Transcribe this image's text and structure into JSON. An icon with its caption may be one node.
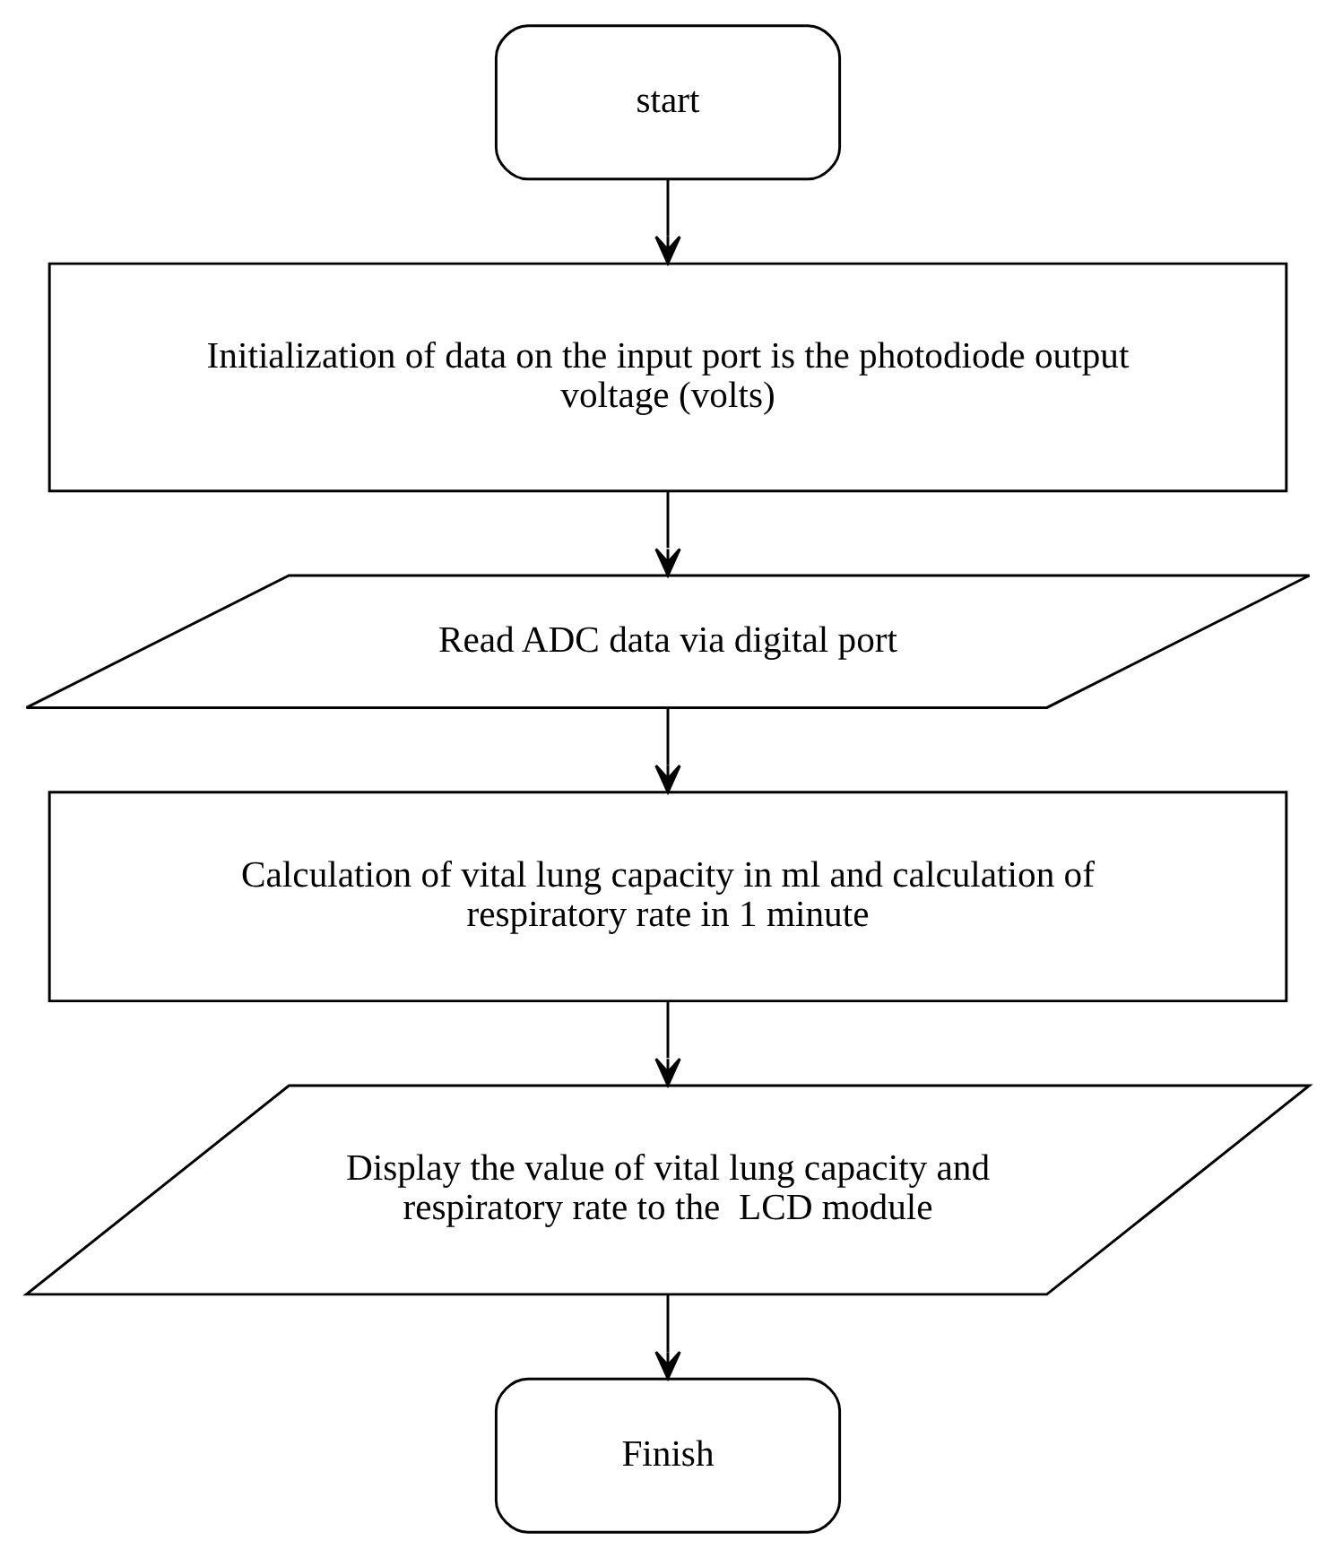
{
  "diagram": {
    "nodes": [
      {
        "text": [
          "start"
        ]
      },
      {
        "text": [
          "Initialization of data on the input port is the photodiode output voltage (volts)"
        ]
      },
      {
        "text": [
          "Read ADC data via digital port"
        ]
      },
      {
        "text": [
          "Calculation of vital lung capacity in ml and calculation of respiratory rate in 1 minute"
        ]
      },
      {
        "text": [
          "Display the value of vital lung capacity and respiratory rate to the  LCD module"
        ]
      },
      {
        "text": [
          "Finish"
        ]
      }
    ],
    "edges": [
      {
        "from": 0,
        "to": 1,
        "arrow": "to"
      },
      {
        "from": 1,
        "to": 2,
        "arrow": "to"
      },
      {
        "from": 2,
        "to": 3,
        "arrow": "to"
      },
      {
        "from": 3,
        "to": 4,
        "arrow": "to"
      },
      {
        "from": 4,
        "to": 5,
        "arrow": "to"
      }
    ]
  }
}
